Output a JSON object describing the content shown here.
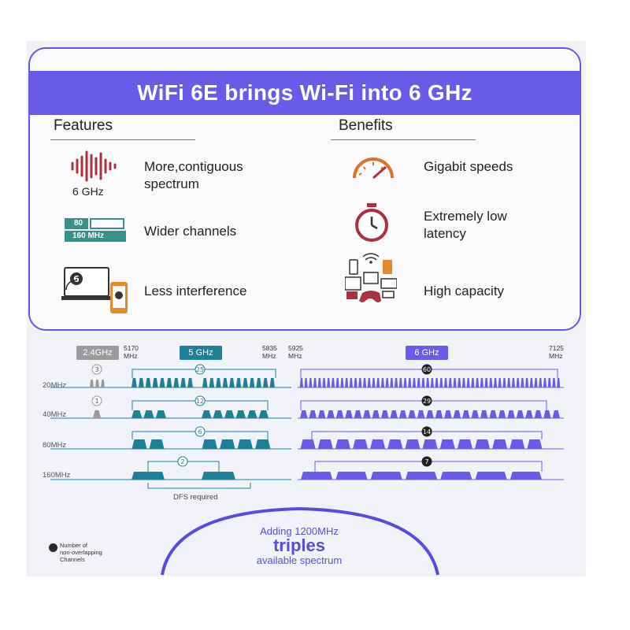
{
  "title": "WiFi 6E brings Wi-Fi into 6 GHz",
  "features": {
    "heading": "Features",
    "items": [
      {
        "icon": "sound-wave-icon",
        "icon_caption": "6 GHz",
        "label_line1": "More,contiguous",
        "label_line2": "spectrum"
      },
      {
        "icon": "channel-width-icon",
        "icon_caption_top": "80",
        "icon_caption_bottom": "160 MHz",
        "label_line1": "Wider channels"
      },
      {
        "icon": "laptop-phone-icon",
        "label_line1": "Less interference"
      }
    ]
  },
  "benefits": {
    "heading": "Benefits",
    "items": [
      {
        "icon": "speedometer-icon",
        "label_line1": "Gigabit speeds"
      },
      {
        "icon": "stopwatch-icon",
        "label_line1": "Extremely low",
        "label_line2": "latency"
      },
      {
        "icon": "devices-icon",
        "label_line1": "High capacity"
      }
    ]
  },
  "spectrum": {
    "bands": [
      {
        "name": "2.4GHz",
        "color": "#9a9a9a"
      },
      {
        "name": "5 GHz",
        "color": "#1f7f96"
      },
      {
        "name": "6 GHz",
        "color": "#6a5ae8"
      }
    ],
    "freq_labels": [
      {
        "value": "5170",
        "unit": "MHz"
      },
      {
        "value": "5835",
        "unit": "MHz"
      },
      {
        "value": "5925",
        "unit": "MHz"
      },
      {
        "value": "7125",
        "unit": "MHz"
      }
    ],
    "rows": [
      {
        "name": "20MHz",
        "count_24": "3",
        "count_5": "25",
        "count_6": "60"
      },
      {
        "name": "40MHz",
        "count_24": "1",
        "count_5": "12",
        "count_6": "29"
      },
      {
        "name": "80MHz",
        "count_5": "6",
        "count_6": "14"
      },
      {
        "name": "160MHz",
        "count_5": "2",
        "count_6": "7"
      }
    ],
    "dfs_label": "DFS required",
    "legend_line1": "Number of",
    "legend_line2": "non-overlapping",
    "legend_line3": "Channels"
  },
  "footer": {
    "line1": "Adding 1200MHz",
    "line2": "triples",
    "line3": "available spectrum"
  },
  "colors": {
    "accent": "#6a5ae8",
    "teal": "#1f7f96",
    "gray": "#9a9a9a",
    "icon_red": "#a83240",
    "icon_orange": "#d8722c"
  }
}
